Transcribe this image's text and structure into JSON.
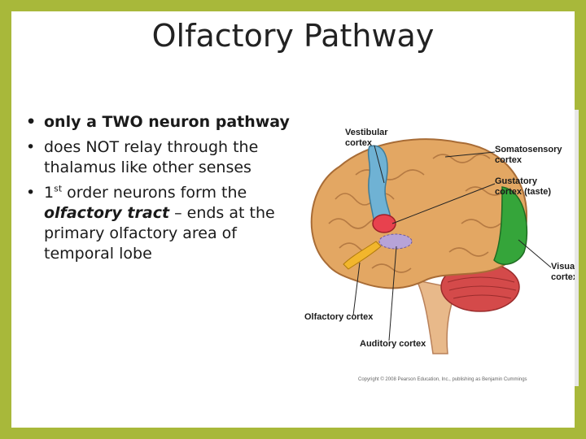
{
  "slide": {
    "title": "Olfactory Pathway",
    "bullets": [
      "only a TWO neuron pathway",
      "does NOT relay through the thalamus like other senses",
      {
        "pre": "1",
        "sup": "st",
        "mid": " order neurons form the ",
        "em": "olfactory tract",
        "post": " – ends at the primary olfactory area of temporal lobe"
      }
    ]
  },
  "figure": {
    "labels": {
      "vestibular_line1": "Vestibular",
      "vestibular_line2": "cortex",
      "somatosensory_line1": "Somatosensory",
      "somatosensory_line2": "cortex",
      "gustatory_line1": "Gustatory",
      "gustatory_line2": "cortex (taste)",
      "visual_line1": "Visual",
      "visual_line2": "cortex",
      "olfactory": "Olfactory cortex",
      "auditory": "Auditory cortex"
    },
    "copyright": "Copyright © 2008 Pearson Education, Inc., publishing as Benjamin Cummings",
    "colors": {
      "brain": "#e3a763",
      "vestibular": "#6fb2d4",
      "gustatory": "#e8414e",
      "auditory": "#b7a3d8",
      "olfactory": "#f2b62c",
      "visual": "#35a53a",
      "cerebellum": "#d44a4a",
      "brainstem": "#e8b98a"
    }
  }
}
